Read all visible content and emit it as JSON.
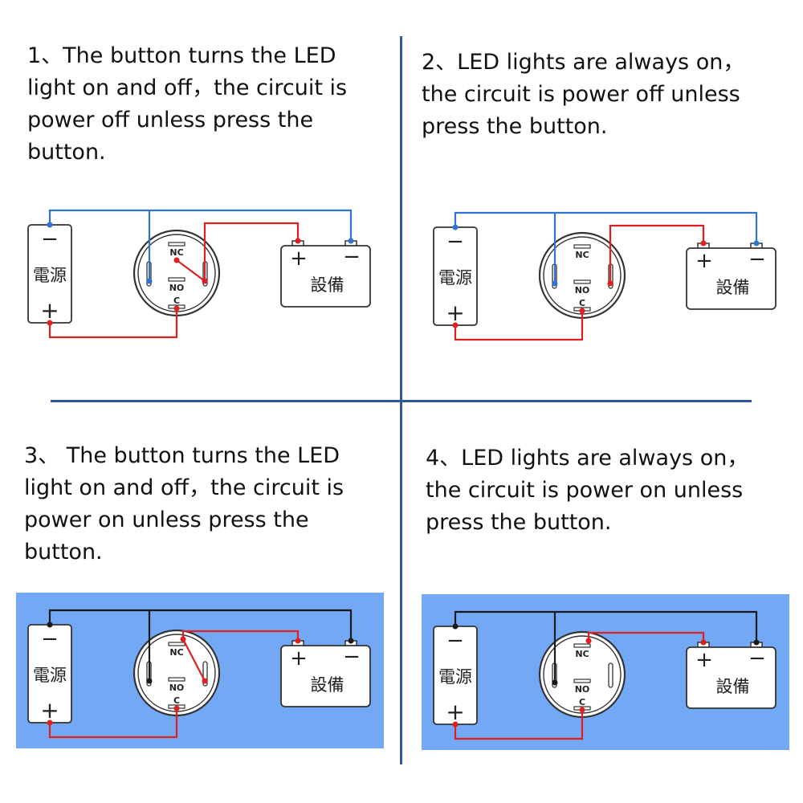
{
  "panels": [
    {
      "caption": "1、The button turns the LED\nlight on and off，the circuit is\npower off  unless press the\nbutton.",
      "shaded": false,
      "mode": "normally-open"
    },
    {
      "caption": "2、LED lights are always on，\nthe circuit is power off  unless\npress the button.",
      "shaded": false,
      "mode": "normally-open"
    },
    {
      "caption": "3、 The button turns the LED\nlight on and off，the circuit is\npower on unless press the\nbutton.",
      "shaded": true,
      "mode": "normally-closed"
    },
    {
      "caption": "4、LED lights are always on，\nthe circuit is power on unless\npress the button.",
      "shaded": true,
      "mode": "normally-closed"
    }
  ],
  "labels": {
    "power_source": "電源",
    "device": "設備",
    "minus": "−",
    "plus": "+",
    "terminal_nc": "NC",
    "terminal_no": "NO",
    "terminal_c": "C"
  },
  "colors": {
    "divider": "#2d5a9e",
    "wire_red": "#e02020",
    "wire_blue": "#2f74d0",
    "wire_black": "#1a1a1a",
    "shade_blue": "#73a8f5"
  }
}
